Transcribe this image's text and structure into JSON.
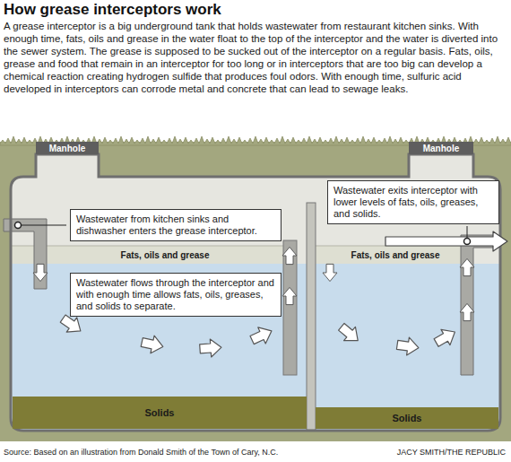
{
  "diagram": {
    "title": "How grease interceptors work",
    "caption": "Source: Based on an illustration from Donald Smith of the Town of Cary, N.C.",
    "nodes": [
      {
        "text": [
          "Manhole"
        ]
      },
      {
        "text": [
          "Manhole"
        ]
      },
      {
        "text": [
          "Wastewater exits interceptor with lower levels of fats, oils, greases, and solids."
        ]
      },
      {
        "text": [
          "Wastewater from kitchen sinks and dishwasher enters the grease interceptor."
        ]
      },
      {
        "text": [
          "Fats, oils and grease"
        ]
      },
      {
        "text": [
          "Fats, oils and grease"
        ]
      },
      {
        "text": [
          "Wastewater flows through the interceptor and with enough time allows fats, oils, greases, and solids to separate."
        ]
      },
      {
        "text": [
          "Solids"
        ]
      },
      {
        "text": [
          "Solids"
        ]
      }
    ],
    "labels": [
      "A grease interceptor is a big underground tank that holds wastewater from restaurant kitchen sinks. With enough time, fats, oils and grease in the water float to the top of the interceptor and the water is diverted into the sewer system. The grease is supposed to be sucked out of the interceptor on a regular basis. Fats, oils, grease and food that remain in an interceptor for too long or in interceptors that are too big can develop a chemical reaction creating hydrogen sulfide that produces foul odors. With enough time, sulfuric acid developed in interceptors can corrode metal and concrete that can lead to sewage leaks.",
      "JACY SMITH/THE REPUBLIC"
    ]
  }
}
